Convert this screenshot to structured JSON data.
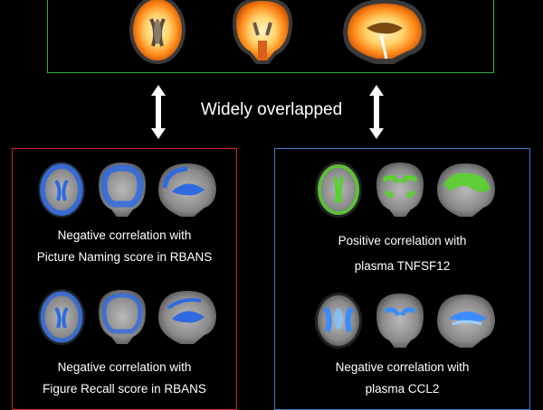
{
  "overlap_label": "Widely overlapped",
  "colors": {
    "top_border": "#2db34a",
    "left_border": "#d42a2a",
    "right_border": "#3f7ccc",
    "blue_activation": "#2f6ae0",
    "green_activation": "#59d12e",
    "hot_activation": "#ff9a1a"
  },
  "panels": {
    "left": {
      "caption1_line1": "Negative correlation with",
      "caption1_line2": "Picture Naming score in RBANS",
      "caption2_line1": "Negative correlation with",
      "caption2_line2": "Figure Recall score in RBANS"
    },
    "right": {
      "caption1_line1": "Positive correlation with",
      "caption1_line2": "plasma TNFSF12",
      "caption2_line1": "Negative correlation with",
      "caption2_line2": "plasma CCL2"
    }
  }
}
